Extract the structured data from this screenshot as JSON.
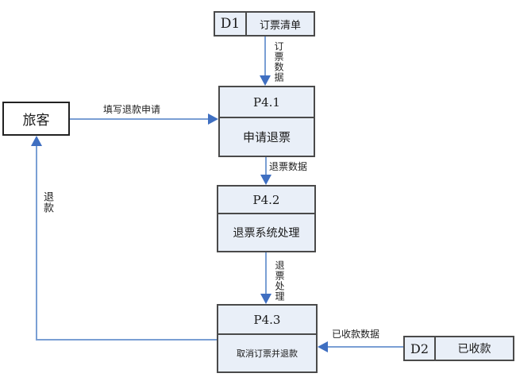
{
  "diagram": {
    "title_hint": "refund-dataflow-diagram",
    "entity": {
      "label": "旅客"
    },
    "stores": [
      {
        "id": "D1",
        "name": "订票清单"
      },
      {
        "id": "D2",
        "name": "已收款"
      }
    ],
    "processes": [
      {
        "id": "P4.1",
        "name": "申请退票"
      },
      {
        "id": "P4.2",
        "name": "退票系统处理"
      },
      {
        "id": "P4.3",
        "name": "取消订票并退款"
      }
    ],
    "flows": [
      {
        "label": "订票数据",
        "from": "D1",
        "to": "P4.1"
      },
      {
        "label": "填写退款申请",
        "from": "旅客",
        "to": "P4.1"
      },
      {
        "label": "退票数据",
        "from": "P4.1",
        "to": "P4.2"
      },
      {
        "label": "退票处理",
        "from": "P4.2",
        "to": "P4.3"
      },
      {
        "label": "已收款数据",
        "from": "D2",
        "to": "P4.3"
      },
      {
        "label": "退款",
        "from": "P4.3",
        "to": "旅客"
      }
    ],
    "colors": {
      "box_fill": "#e9eff8",
      "box_border": "#4a4a4a",
      "arrow_line": "#7a9fd4",
      "arrow_head": "#3f6fc1"
    }
  }
}
